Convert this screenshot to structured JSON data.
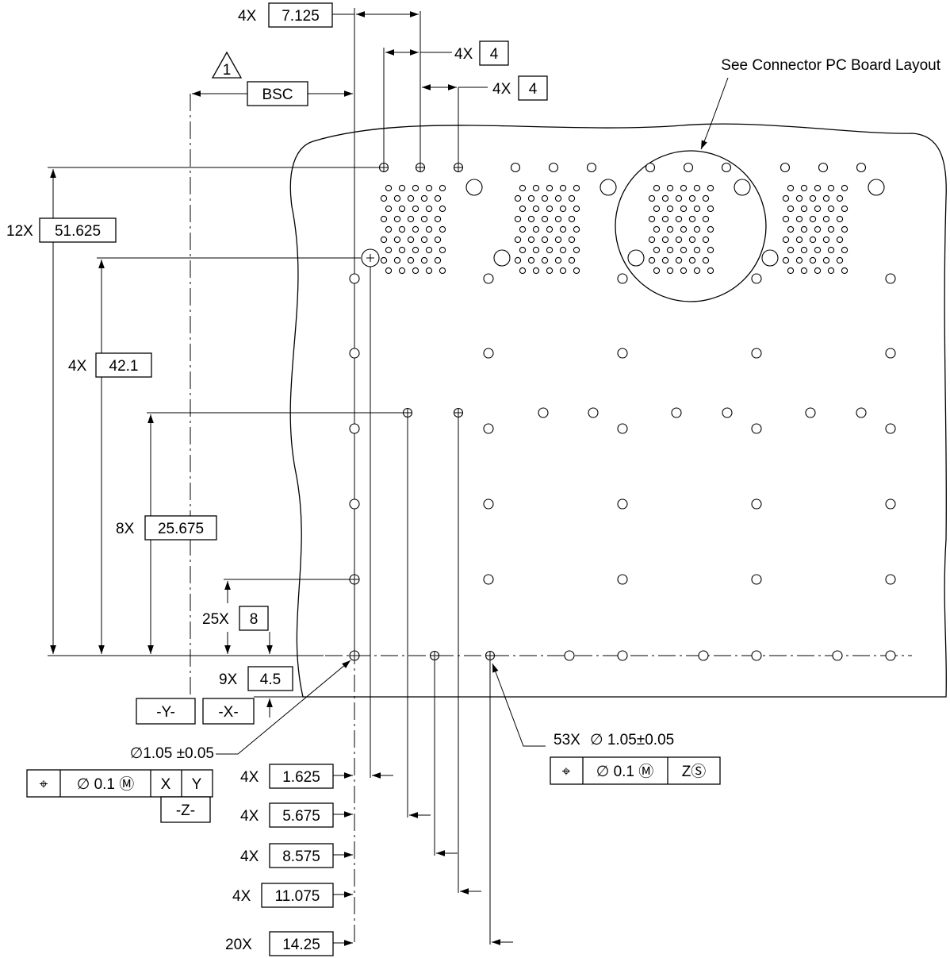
{
  "connector_note": "See Connector PC Board Layout",
  "bsc_label": "BSC",
  "revision_flag": "1",
  "datum_labels": {
    "y": "-Y-",
    "x": "-X-",
    "z": "-Z-"
  },
  "top_dims": [
    {
      "count": "4X",
      "value": "7.125"
    },
    {
      "count": "4X",
      "value": "4"
    },
    {
      "count": "4X",
      "value": "4"
    }
  ],
  "vertical_dims": [
    {
      "count": "12X",
      "value": "51.625"
    },
    {
      "count": "4X",
      "value": "42.1"
    },
    {
      "count": "8X",
      "value": "25.675"
    },
    {
      "count": "25X",
      "value": "8"
    },
    {
      "count": "9X",
      "value": "4.5"
    }
  ],
  "bottom_dims": [
    {
      "count": "4X",
      "value": "1.625"
    },
    {
      "count": "4X",
      "value": "5.675"
    },
    {
      "count": "4X",
      "value": "8.575"
    },
    {
      "count": "4X",
      "value": "11.075"
    },
    {
      "count": "20X",
      "value": "14.25"
    }
  ],
  "datum_hole_callout": {
    "text": "∅1.05 ±0.05",
    "fcf": [
      "⌖",
      "∅ 0.1 Ⓜ",
      "X",
      "Y"
    ]
  },
  "hole_callout": {
    "count": "53X",
    "text": "∅ 1.05±0.05",
    "fcf": [
      "⌖",
      "∅ 0.1 Ⓜ",
      "ZⓈ"
    ]
  }
}
